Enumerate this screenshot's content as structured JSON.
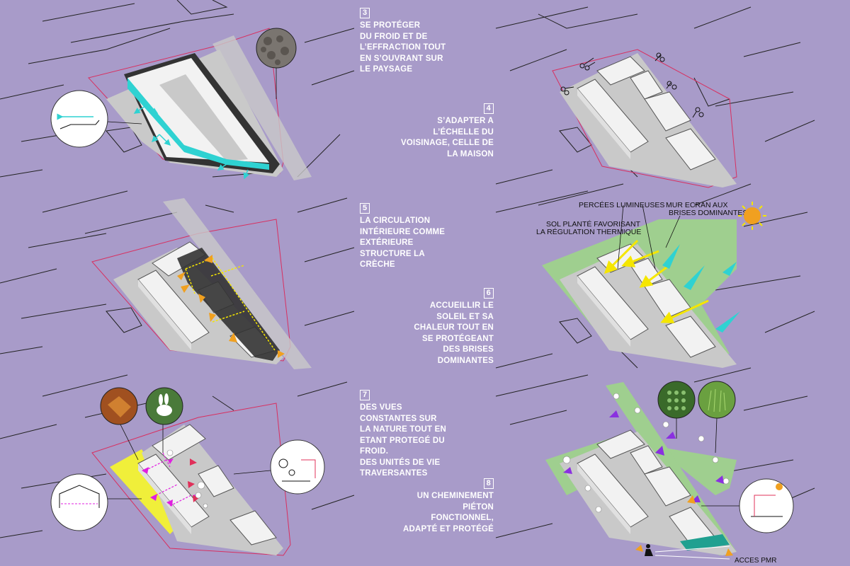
{
  "steps": [
    {
      "number": "3",
      "text": "SE PROTÉGER\nDU FROID ET DE\nL’EFFRACTION TOUT\nEN S’OUVRANT SUR\nLE PAYSAGE"
    },
    {
      "number": "4",
      "text": "S’ADAPTER A\nL’ÉCHELLE DU\nVOISINAGE, CELLE DE\nLA MAISON"
    },
    {
      "number": "5",
      "text": "LA CIRCULATION\nINTÉRIEURE COMME\nEXTÉRIEURE\nSTRUCTURE LA\nCRÈCHE"
    },
    {
      "number": "6",
      "text": "ACCUEILLIR LE\nSOLEIL ET SA\nCHALEUR TOUT EN\nSE PROTÉGEANT\nDES BRISES\nDOMINANTES"
    },
    {
      "number": "7",
      "text": "DES VUES\nCONSTANTES SUR\nLA NATURE TOUT EN\nETANT PROTEGÉ DU\nFROID.\nDES UNITÉS DE VIE\nTRAVERSANTES"
    },
    {
      "number": "8",
      "text": "UN CHEMINEMENT\nPIÉTON\nFONCTIONNEL,\nADAPTÉ ET PROTÉGÉ"
    }
  ],
  "annotations": {
    "percees": "PERCÉES LUMINEUSES",
    "mur_ecran_1": "MUR ECRAN AUX",
    "mur_ecran_2": "BRISES DOMINANTES",
    "sol_plante_1": "SOL PLANTÉ FAVORISANT",
    "sol_plante_2": "LA RÉGULATION THERMIQUE",
    "acces_pmr": "ACCES PMR"
  },
  "colors": {
    "background": "#a89bc9",
    "site": "#c9c9c9",
    "building": "#f2f2f2",
    "cyan": "#2fd2d2",
    "yellow_arrow": "#f5e600",
    "orange_arrow": "#f0a020",
    "green": "#9fcf8f",
    "magenta": "#e020e0",
    "red_arrow": "#e0305a",
    "highlight_yellow": "#f0ef3a",
    "boundary_red": "#d83060"
  },
  "icons": [
    "stone-texture-icon",
    "scissors-icon",
    "sun-icon",
    "playground-photo-icon",
    "rabbit-photo-icon",
    "green-roof-icon",
    "grass-icon",
    "house-section-icon",
    "pmr-person-icon"
  ]
}
